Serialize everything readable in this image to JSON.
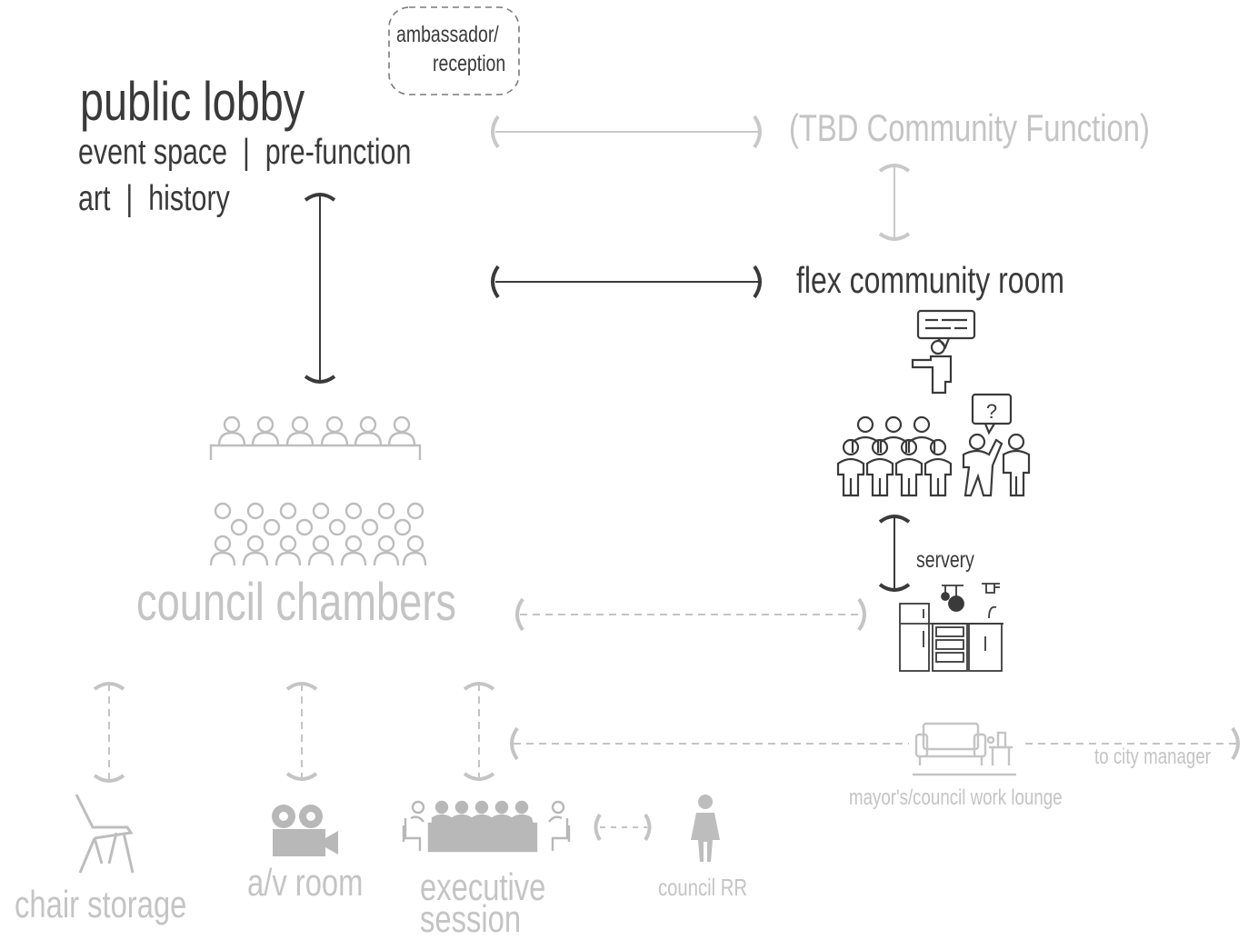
{
  "labels": {
    "ambassador_line1": "ambassador/",
    "ambassador_line2": "reception",
    "public_lobby": "public lobby",
    "lobby_sub1": "event space  |  pre-function",
    "lobby_sub2": "art  |  history",
    "tbd": "(TBD Community Function)",
    "flex_room": "flex community room",
    "servery": "servery",
    "council_chambers": "council chambers",
    "to_city_manager": "to city manager",
    "work_lounge": "mayor's/council work lounge",
    "chair_storage": "chair storage",
    "av_room": "a/v room",
    "exec_line1": "executive",
    "exec_line2": "session",
    "council_rr": "council RR"
  },
  "icons": [
    "speaker-icon",
    "audience-icon",
    "question-icon",
    "kitchen-icon",
    "chamber-seating-icon",
    "chair-icon",
    "camera-icon",
    "conference-table-icon",
    "person-icon",
    "lounge-icon"
  ],
  "colors": {
    "dark": "#3a3a3a",
    "mid": "#9a9a9a",
    "light": "#c4c4c4"
  }
}
